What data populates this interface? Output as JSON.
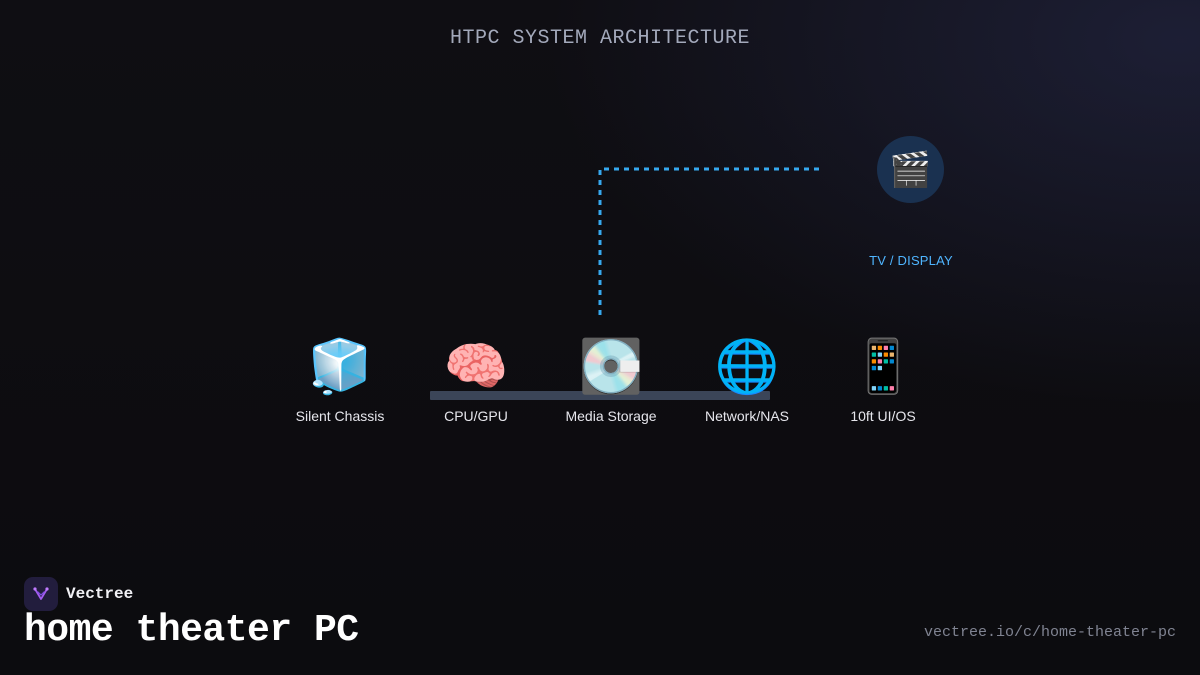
{
  "diagram": {
    "title": "HTPC SYSTEM ARCHITECTURE",
    "nodes": [
      {
        "label": "Silent Chassis",
        "icon": "🧊",
        "icon_name": "ice-cube-icon"
      },
      {
        "label": "CPU/GPU",
        "icon": "🧠",
        "icon_name": "brain-icon"
      },
      {
        "label": "Media Storage",
        "icon": "💽",
        "icon_name": "disk-icon"
      },
      {
        "label": "Network/NAS",
        "icon": "🌐",
        "icon_name": "globe-icon"
      },
      {
        "label": "10ft UI/OS",
        "icon": "📱",
        "icon_name": "mobile-phone-icon"
      }
    ],
    "target": {
      "label": "TV / DISPLAY",
      "icon": "🎬",
      "icon_name": "clapperboard-icon"
    },
    "colors": {
      "accent": "#4fb5ff",
      "connector": "#36a8ee",
      "bus": "#3b4558",
      "target_circle": "#1a3150"
    }
  },
  "footer": {
    "brand": "Vectree",
    "title": "home theater PC",
    "url": "vectree.io/c/home-theater-pc"
  }
}
